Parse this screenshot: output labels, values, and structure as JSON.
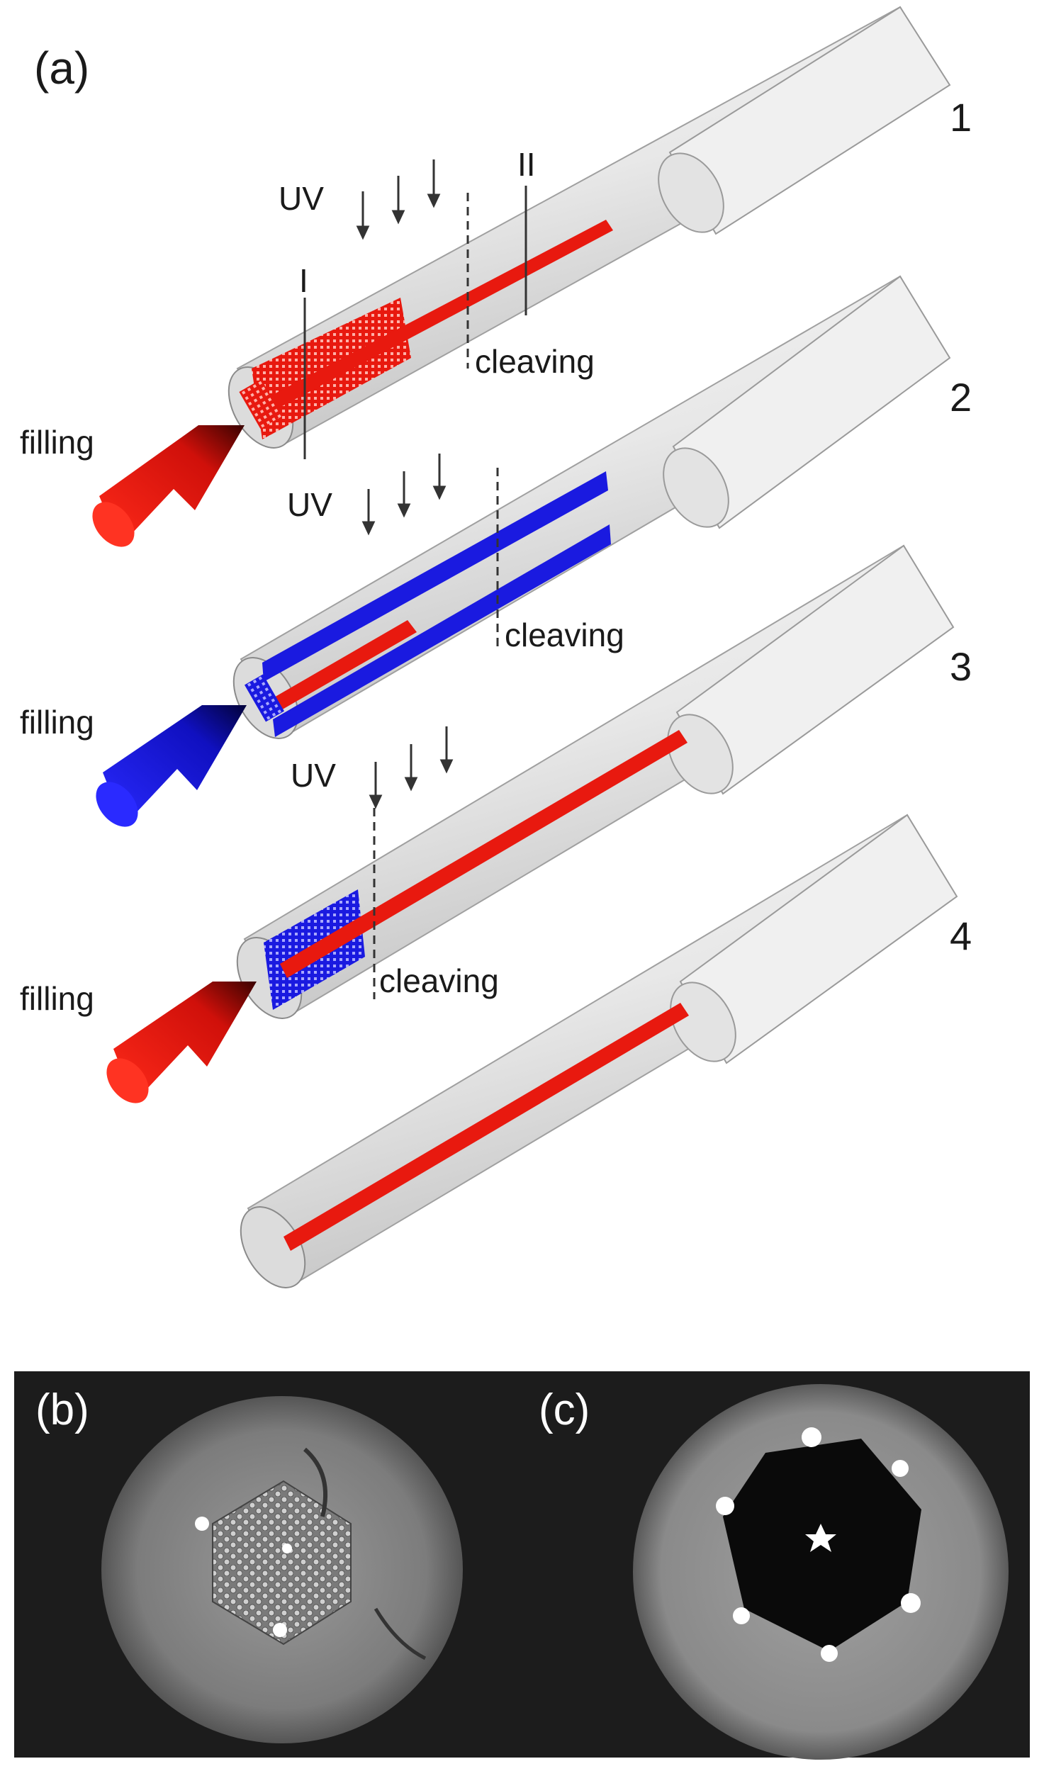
{
  "figure": {
    "panel_a": "(a)",
    "panel_b": "(b)",
    "panel_c": "(c)"
  },
  "stages": [
    {
      "number": "1",
      "uv": "UV",
      "filling": "filling",
      "cleaving": "cleaving",
      "marker_i": "I",
      "marker_ii": "II",
      "fill_color": "#e8190f"
    },
    {
      "number": "2",
      "uv": "UV",
      "filling": "filling",
      "cleaving": "cleaving",
      "fill_color": "#1a1ae0"
    },
    {
      "number": "3",
      "uv": "UV",
      "filling": "filling",
      "cleaving": "cleaving",
      "fill_color": "#e8190f"
    },
    {
      "number": "4"
    }
  ],
  "colors": {
    "red": "#e8190f",
    "blue": "#1a1ae0",
    "fiber": "#e6e6e6",
    "photo_bg": "#1c1c1c"
  },
  "icons": [
    "uv-arrow-icon",
    "filling-arrow-icon"
  ]
}
